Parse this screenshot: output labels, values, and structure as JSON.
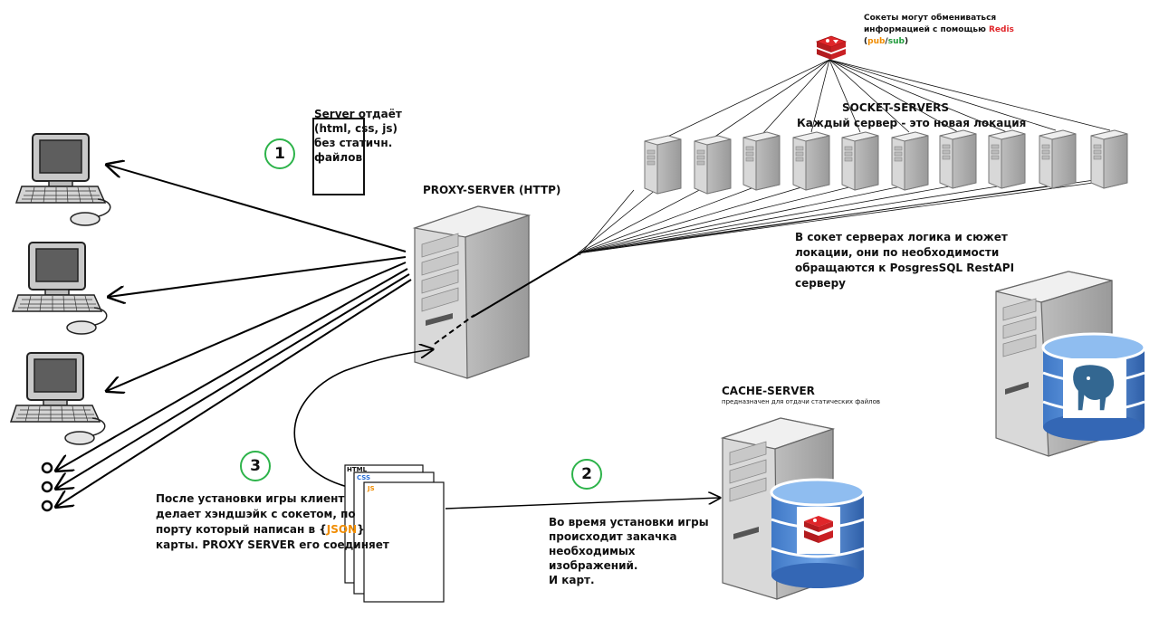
{
  "labels": {
    "server_gives": "Server отдаёт\n(html, css, js)\nбез статичн.\nфайлов",
    "proxy_server": "PROXY-SERVER (HTTP)",
    "socket_servers": "SOCKET-SERVERS",
    "each_server": "Каждый сервер - это новая локация",
    "socket_logic": "В сокет серверах логика и сюжет\nлокации, они по необходимости\nобращаются к PosgresSQL RestAPI\nсерверу",
    "cache_server": "CACHE-SERVER",
    "cache_desc": "предназначен для отдачи статических файлов",
    "redis_note_line1": "Сокеты могут обмениваться",
    "redis_note_line2_prefix": "информацией с помощью ",
    "redis_word": "Redis",
    "paren_open": "(",
    "pub": "pub",
    "slash": "/",
    "sub": "sub",
    "paren_close": ")",
    "step3_text_a": "После установки игры клиент\nделает хэндшэйк с сокетом, по\nпорту который написан в {",
    "json_word": "JSON",
    "step3_text_b": "}\nкарты. PROXY SERVER его соединяет",
    "step2_text": "Во время установки игры\nпроисходит закачка\nнеобходимых\nизображений.\nИ карт.",
    "doc_html": "HTML",
    "doc_css": "CSS",
    "doc_js": "JS"
  },
  "steps": [
    "1",
    "2",
    "3"
  ],
  "colors": {
    "step_circle": "#2db34a",
    "redis_red": "#e0262a",
    "pub_orange": "#f08c00",
    "sub_green": "#1f9a3a",
    "json_orange": "#f08c00",
    "css_blue": "#2a6fd6",
    "db_blue": "#4a8ad8"
  },
  "icons": [
    "computer-icon",
    "server-icon",
    "redis-icon",
    "postgresql-icon",
    "database-icon",
    "document-icon"
  ]
}
